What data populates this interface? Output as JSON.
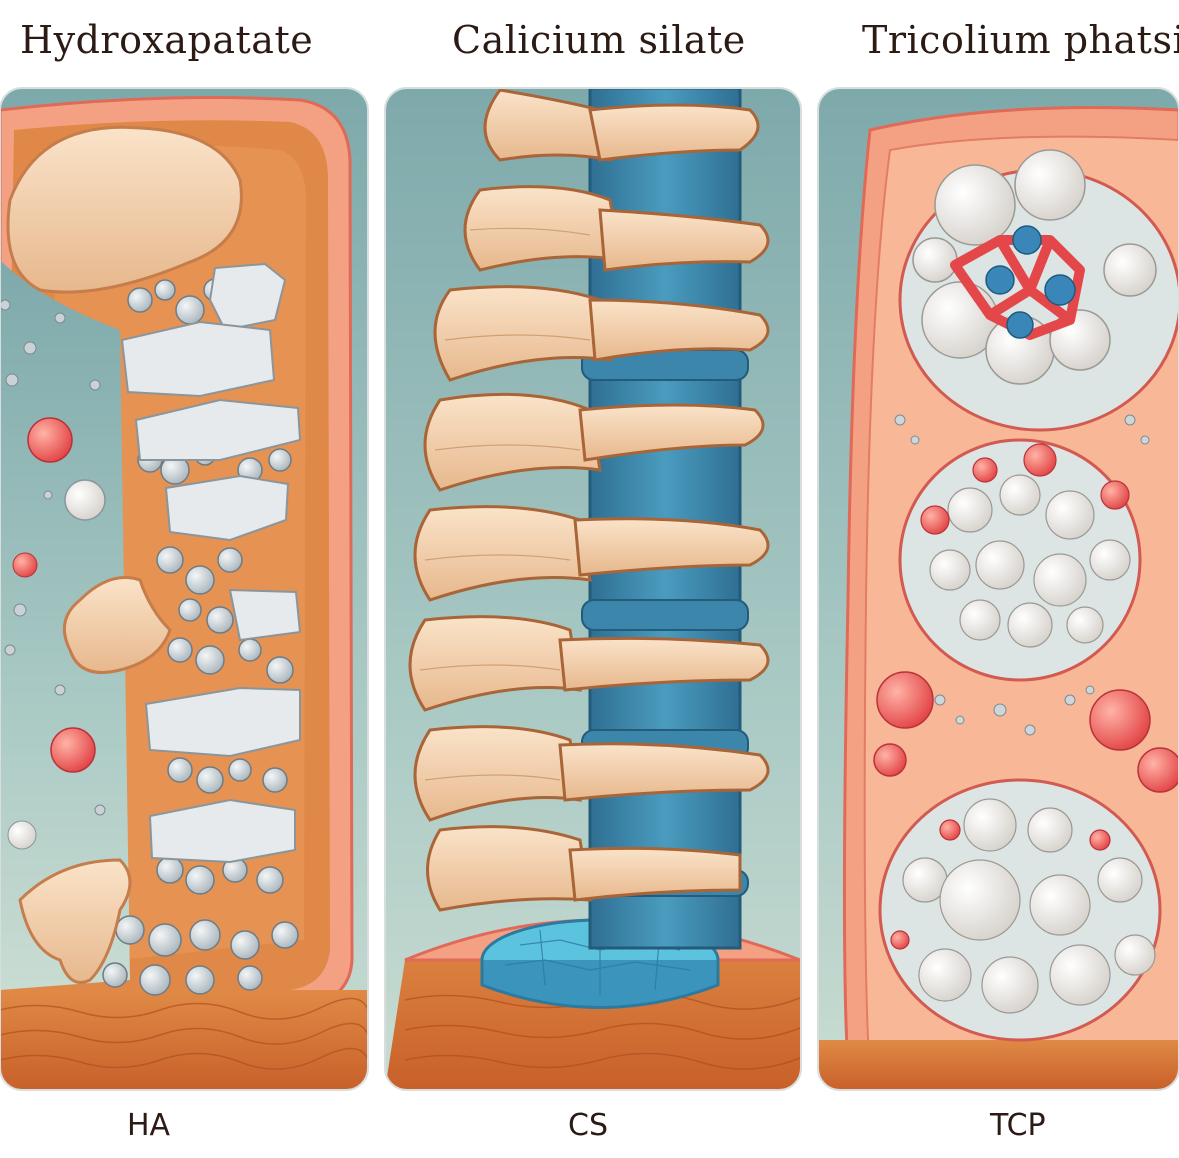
{
  "panels": [
    {
      "title": "Hydroxapatate",
      "label": "HA"
    },
    {
      "title": "Calicium silate",
      "label": "CS"
    },
    {
      "title": "Tricolium phatsit",
      "label": "TCP"
    }
  ],
  "colors": {
    "background_teal": "#8fb7b6",
    "bone_cream": "#f3d3b4",
    "tissue_orange": "#d9743a",
    "membrane_pink": "#f4a183",
    "accent_red": "#e4474a",
    "granule_grey": "#cfd6da",
    "spine_blue": "#3a86a8",
    "disc_blue": "#5cc3df"
  }
}
